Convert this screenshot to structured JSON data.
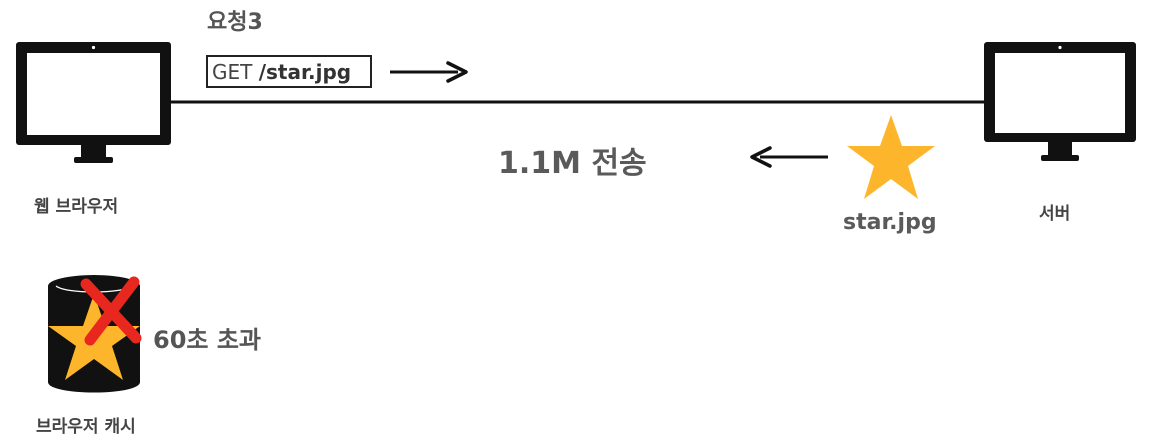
{
  "request": {
    "title": "요청3",
    "method": "GET",
    "path": "/star.jpg"
  },
  "response": {
    "transfer_text": "1.1M 전송",
    "resource_name": "star.jpg"
  },
  "client": {
    "label": "웹 브라우저"
  },
  "server": {
    "label": "서버"
  },
  "cache": {
    "label": "브라우저 캐시",
    "status_text": "60초 초과"
  },
  "colors": {
    "star": "#FDB62B",
    "cross": "#E8281E",
    "monitor": "#111111",
    "screen": "#ffffff"
  },
  "icons": [
    "monitor-icon",
    "star-icon",
    "cylinder-icon",
    "cross-icon",
    "arrow-right-icon",
    "arrow-left-icon"
  ]
}
